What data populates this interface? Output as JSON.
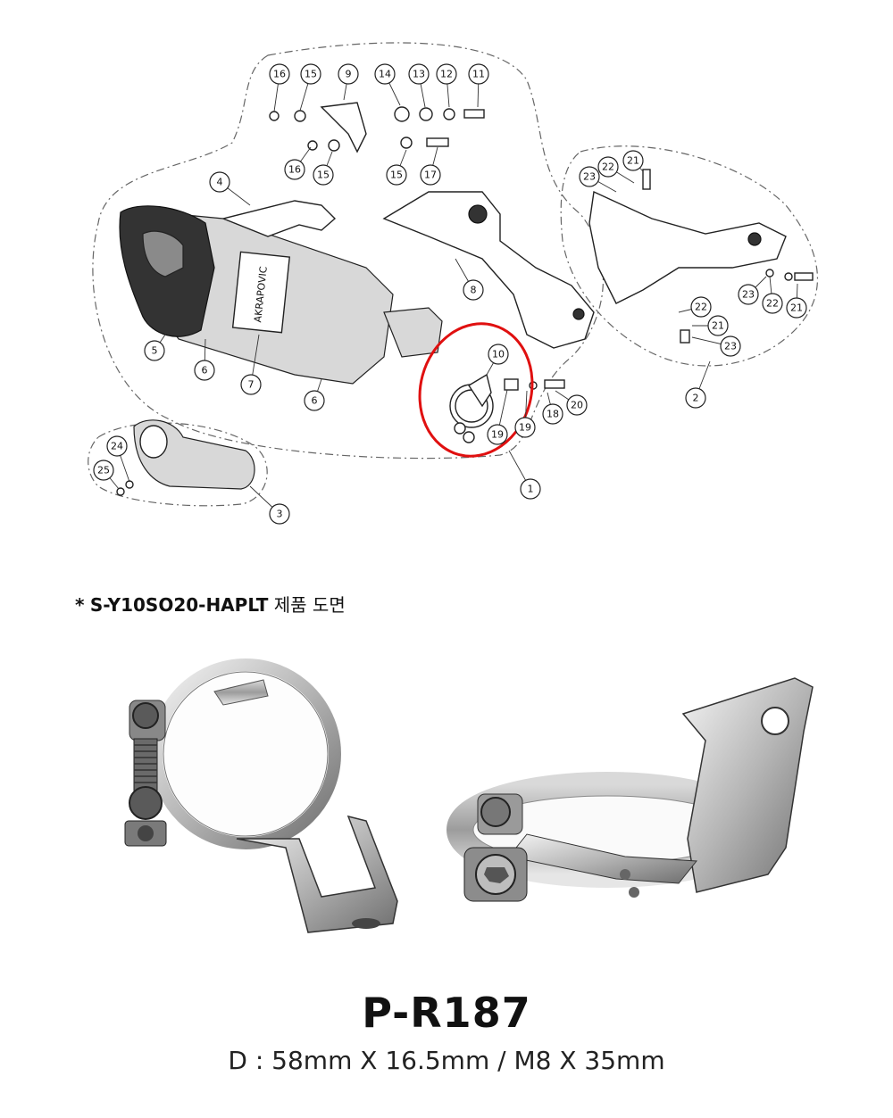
{
  "callouts": [
    "16",
    "15",
    "9",
    "14",
    "13",
    "12",
    "11",
    "16",
    "15",
    "15",
    "17",
    "4",
    "5",
    "6",
    "7",
    "6",
    "8",
    "10",
    "19",
    "18",
    "20",
    "19",
    "1",
    "2",
    "3",
    "21",
    "22",
    "23",
    "23",
    "22",
    "21",
    "23",
    "22",
    "21",
    "24",
    "25"
  ],
  "caption": {
    "star": "*",
    "code": "S-Y10SO20-HAPLT",
    "desc": "제품 도면"
  },
  "product": {
    "code": "P-R187",
    "dimensions": "D : 58mm X 16.5mm / M8 X 35mm"
  },
  "colors": {
    "highlight": "#e01010"
  }
}
